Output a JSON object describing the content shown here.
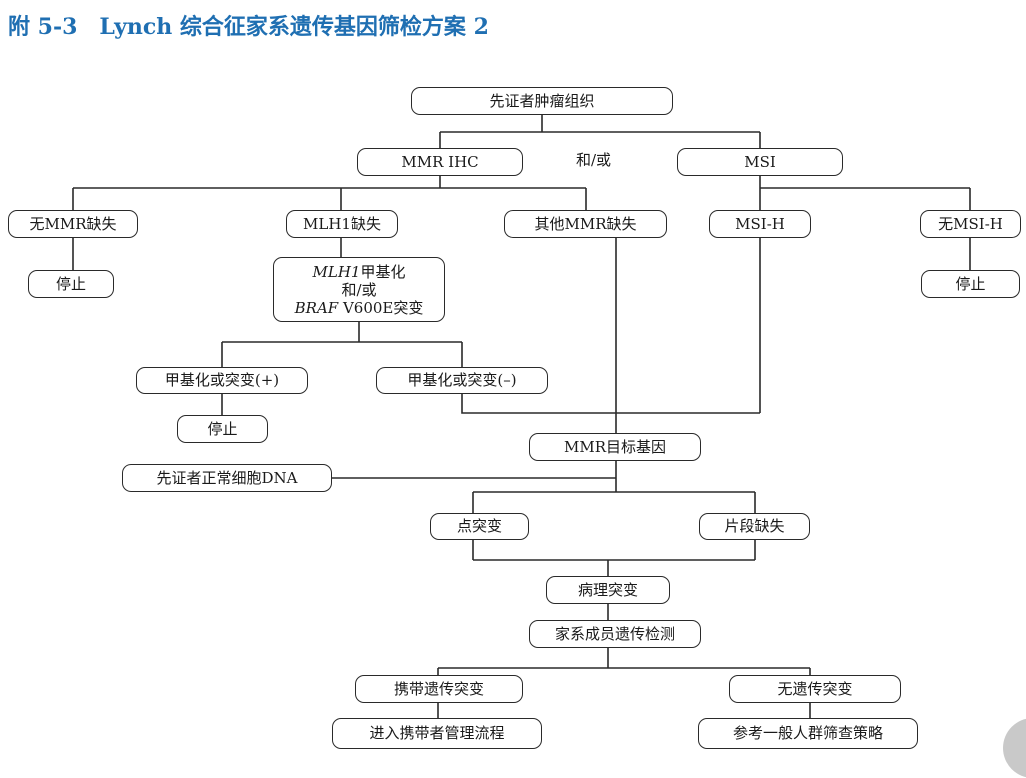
{
  "title": "附 5-3　Lynch 综合征家系遗传基因筛检方案 2",
  "nodes": {
    "proband_tumor": "先证者肿瘤组织",
    "mmr_ihc": "MMR IHC",
    "and_or": "和/或",
    "msi": "MSI",
    "no_mmr_loss": "无MMR缺失",
    "mlh1_loss": "MLH1缺失",
    "other_mmr_loss": "其他MMR缺失",
    "msi_h": "MSI-H",
    "no_msi_h": "无MSI-H",
    "stop_left": "停止",
    "stop_right": "停止",
    "test_line1_italic": "MLH1",
    "test_line1_rest": "甲基化",
    "test_line2": "和/或",
    "test_line3_italic": "BRAF",
    "test_line3_rest": " V600E突变",
    "meth_pos": "甲基化或突变(+)",
    "meth_neg": "甲基化或突变(–)",
    "stop_mid": "停止",
    "mmr_target": "MMR目标基因",
    "proband_normal_dna": "先证者正常细胞DNA",
    "point_mutation": "点突变",
    "fragment_deletion": "片段缺失",
    "pathogenic": "病理突变",
    "family_test": "家系成员遗传检测",
    "carrier": "携带遗传突变",
    "no_carrier": "无遗传突变",
    "carrier_flow": "进入携带者管理流程",
    "general_strategy": "参考一般人群筛查策略"
  }
}
